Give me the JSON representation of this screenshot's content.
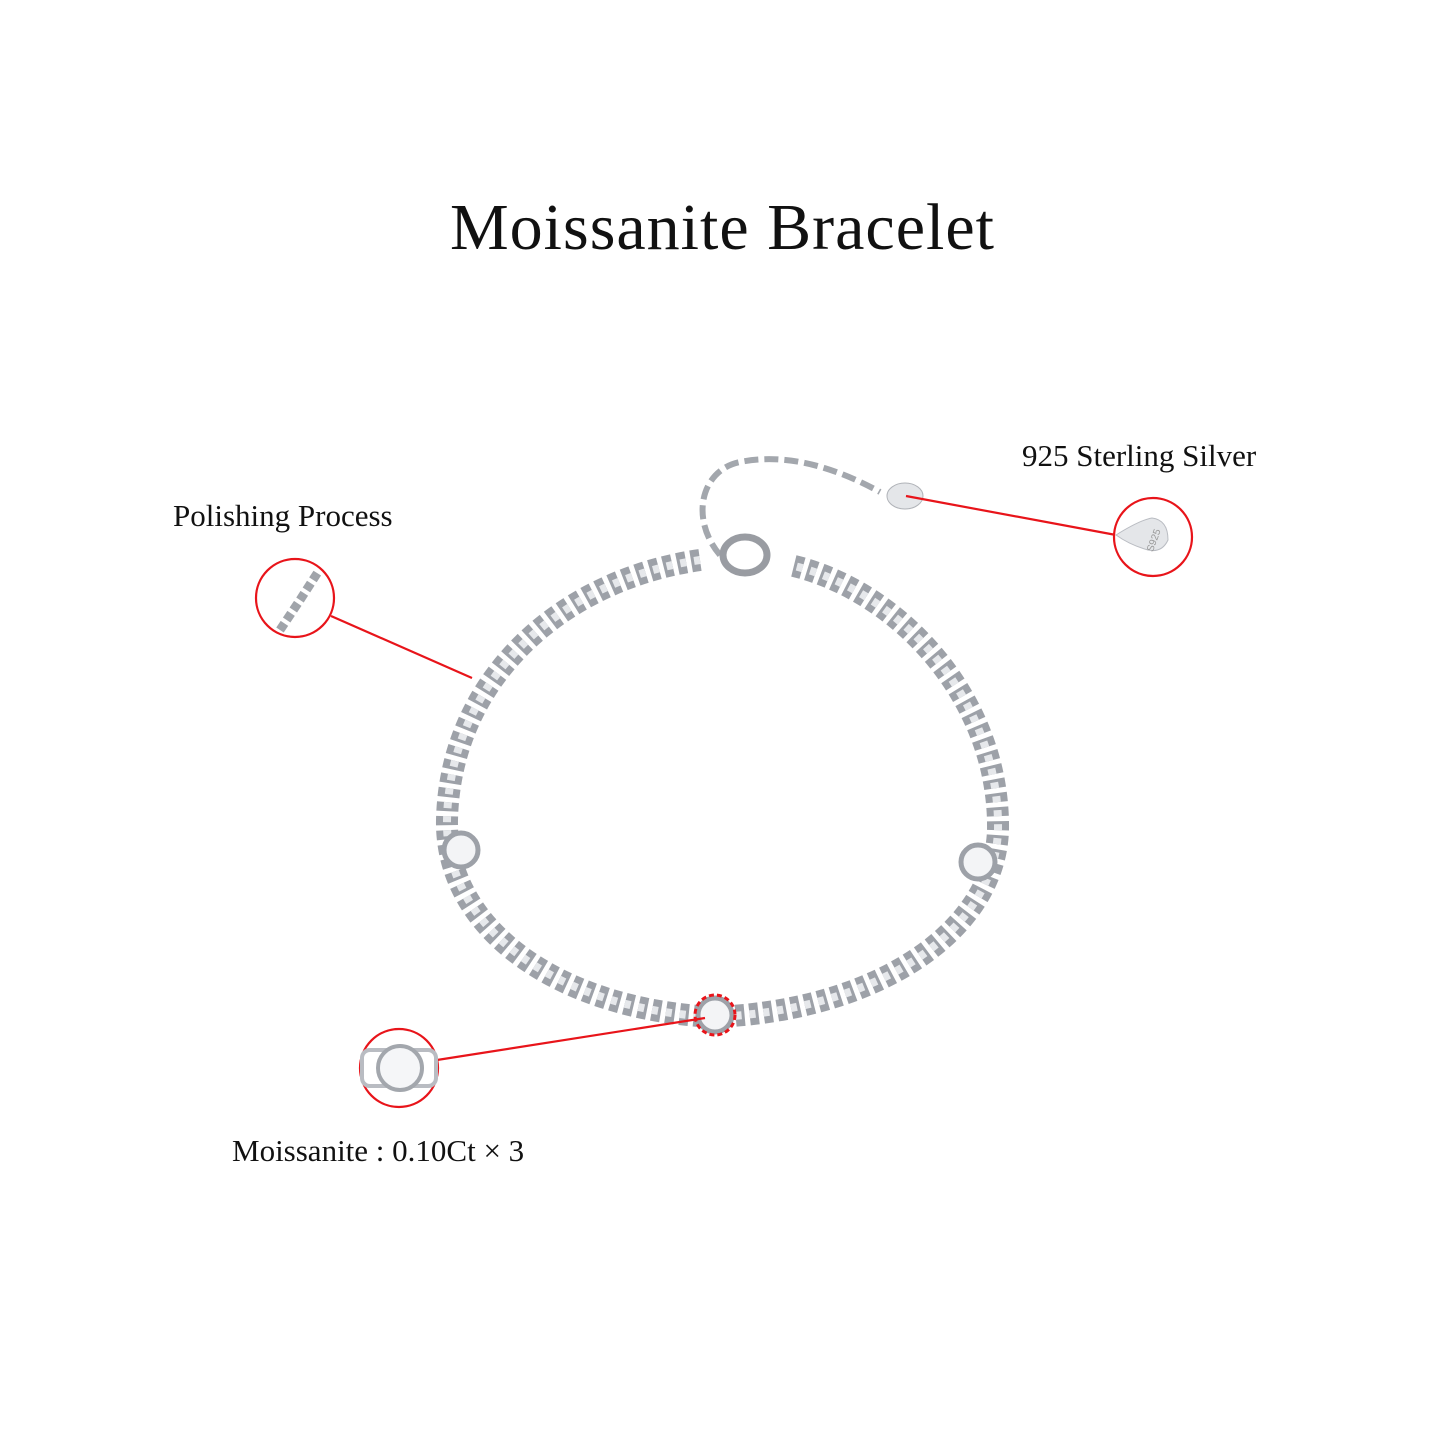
{
  "title": "Moissanite Bracelet",
  "callouts": [
    {
      "id": "polishing",
      "label": "Polishing Process"
    },
    {
      "id": "silver",
      "label": "925 Sterling Silver",
      "tag_stamp": "S925"
    },
    {
      "id": "stone",
      "label": "Moissanite : 0.10Ct × 3"
    }
  ],
  "colors": {
    "callout": "#e8141a",
    "metal": "#b9bcc2",
    "background": "#ffffff"
  }
}
